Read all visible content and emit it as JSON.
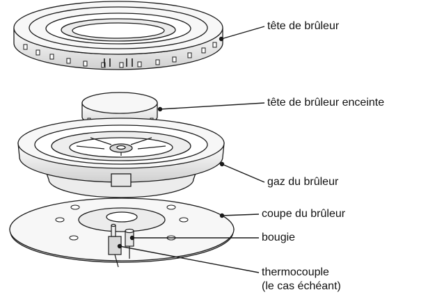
{
  "labels": {
    "burner_head": "tête de brûleur",
    "burner_head_enclosed": "tête de brûleur enceinte",
    "burner_gas": "gaz du brûleur",
    "burner_cup": "coupe du brûleur",
    "spark_plug": "bougie",
    "thermocouple_line1": "thermocouple",
    "thermocouple_line2": "(le cas échéant)"
  },
  "colors": {
    "line": "#1a1a1a",
    "part_fill": "#f7f7f7",
    "part_shade": "#d9d9d9",
    "background": "#ffffff"
  }
}
